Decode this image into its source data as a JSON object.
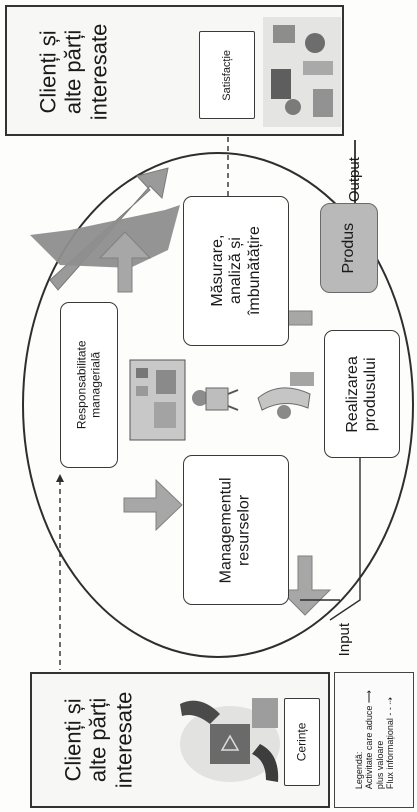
{
  "top_panel": {
    "title_line1": "Clienți și",
    "title_line2": "alte părți",
    "title_line3": "interesate",
    "inner_label": "Satisfacție"
  },
  "bottom_panel": {
    "title_line1": "Clienți și",
    "title_line2": "alte părți",
    "title_line3": "interesate",
    "inner_label": "Cerințe"
  },
  "cycle": {
    "responsibility_line1": "Responsabilitate",
    "responsibility_line2": "managerială",
    "measurement_line1": "Măsurare,",
    "measurement_line2": "analiză și",
    "measurement_line3": "îmbunătățire",
    "resources_line1": "Managementul",
    "resources_line2": "resurselor",
    "realization_line1": "Realizarea",
    "realization_line2": "produsului",
    "product": "Produs"
  },
  "flows": {
    "output": "Output",
    "input": "Input"
  },
  "legend": {
    "title": "Legendă:",
    "line1": "Activitate care aduce",
    "line2": "plus valoare",
    "line3": "Flux informațional"
  },
  "colors": {
    "big_arrow": "#9a9a9a",
    "cycle_arrow": "#a7a7a7",
    "product_fill": "#b9b9b9"
  }
}
